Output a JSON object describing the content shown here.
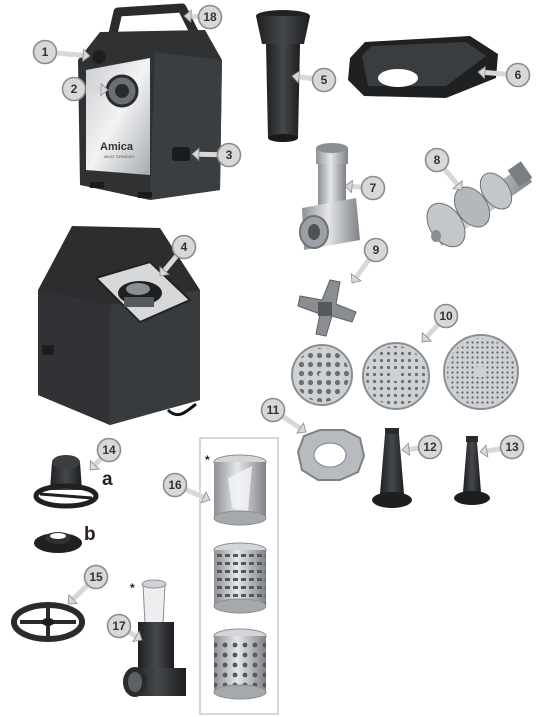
{
  "brand": {
    "logo_text": "Amica",
    "sub_text": "MEAT GRINDER"
  },
  "callouts": [
    "1",
    "2",
    "3",
    "4",
    "5",
    "6",
    "7",
    "8",
    "9",
    "10",
    "11",
    "12",
    "13",
    "14",
    "15",
    "16",
    "17",
    "18"
  ],
  "letters": {
    "a": "a",
    "b": "b"
  },
  "asterisk": "*",
  "colors": {
    "callout_fill": "#d8d8d8",
    "callout_stroke": "#8c8c8c",
    "body_dark": "#2f3133",
    "metal": "#b9bcbf",
    "panel_border": "#cccccc"
  }
}
